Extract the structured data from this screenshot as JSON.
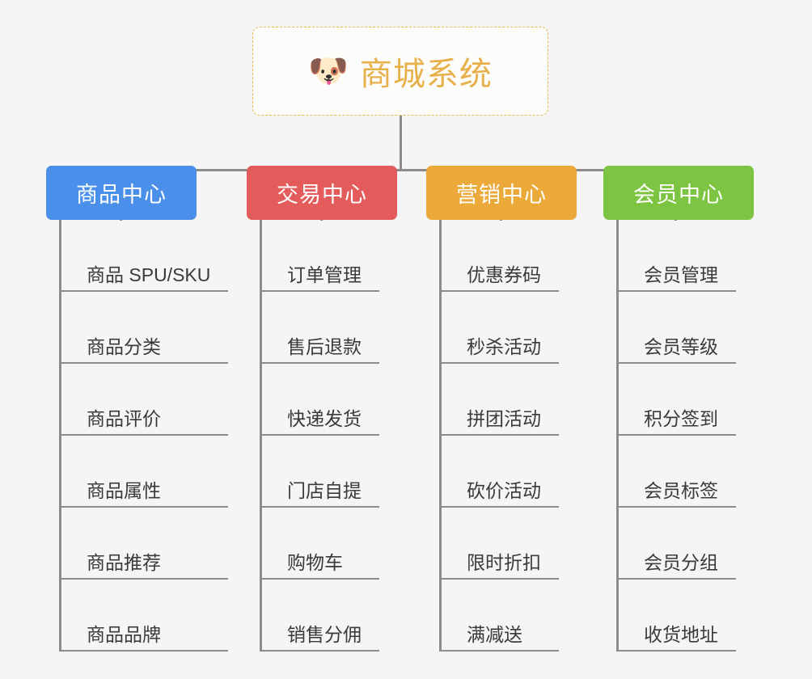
{
  "diagram": {
    "type": "mindmap",
    "background_color": "#f5f5f5",
    "root": {
      "icon": "dog-face-emoji",
      "emoji": "🐶",
      "title": "商城系统",
      "text_color": "#e8b04a",
      "border_color": "#e8b84b",
      "border_style": "dashed"
    },
    "branches": [
      {
        "label": "商品中心",
        "color": "#4a90ea",
        "items": [
          "商品 SPU/SKU",
          "商品分类",
          "商品评价",
          "商品属性",
          "商品推荐",
          "商品品牌"
        ]
      },
      {
        "label": "交易中心",
        "color": "#e45b5b",
        "items": [
          "订单管理",
          "售后退款",
          "快递发货",
          "门店自提",
          "购物车",
          "销售分佣"
        ]
      },
      {
        "label": "营销中心",
        "color": "#eaa939",
        "items": [
          "优惠券码",
          "秒杀活动",
          "拼团活动",
          "砍价活动",
          "限时折扣",
          "满减送"
        ]
      },
      {
        "label": "会员中心",
        "color": "#7cc441",
        "items": [
          "会员管理",
          "会员等级",
          "积分签到",
          "会员标签",
          "会员分组",
          "收货地址"
        ]
      }
    ],
    "connector_color": "#8c8c8c"
  }
}
